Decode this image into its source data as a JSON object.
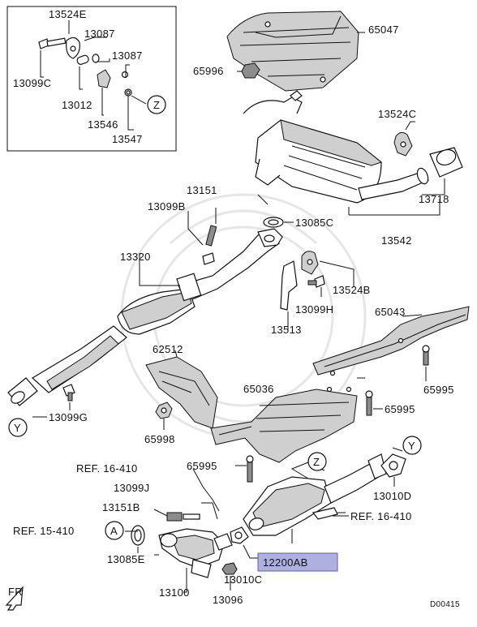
{
  "diagram_code": "D00415",
  "direction_label": "FR",
  "highlighted_part": "12200AB",
  "labels": {
    "p13524E": "13524E",
    "p13087a": "13087",
    "p13087b": "13087",
    "p13099C": "13099C",
    "p13012": "13012",
    "p13546": "13546",
    "p13547": "13547",
    "z_inset": "Z",
    "p65047": "65047",
    "p65996": "65996",
    "p13524C": "13524C",
    "p13718": "13718",
    "p13542": "13542",
    "p13151": "13151",
    "p13099B": "13099B",
    "p13085C": "13085C",
    "p13320": "13320",
    "p13524B": "13524B",
    "p13099H": "13099H",
    "p13513": "13513",
    "p65043": "65043",
    "p62512": "62512",
    "p65995a": "65995",
    "p65036": "65036",
    "p65995b": "65995",
    "p13099G": "13099G",
    "y_left": "Y",
    "p65998": "65998",
    "ref16a": "REF. 16-410",
    "p65995c": "65995",
    "z_main": "Z",
    "y_right": "Y",
    "p13010D": "13010D",
    "p13099J": "13099J",
    "p13151B": "13151B",
    "ref16b": "REF. 16-410",
    "ref15": "REF. 15-410",
    "a_circle": "A",
    "p13085E": "13085E",
    "p13100": "13100",
    "p13010C": "13010C",
    "p13096": "13096",
    "p12200AB": "12200AB"
  }
}
